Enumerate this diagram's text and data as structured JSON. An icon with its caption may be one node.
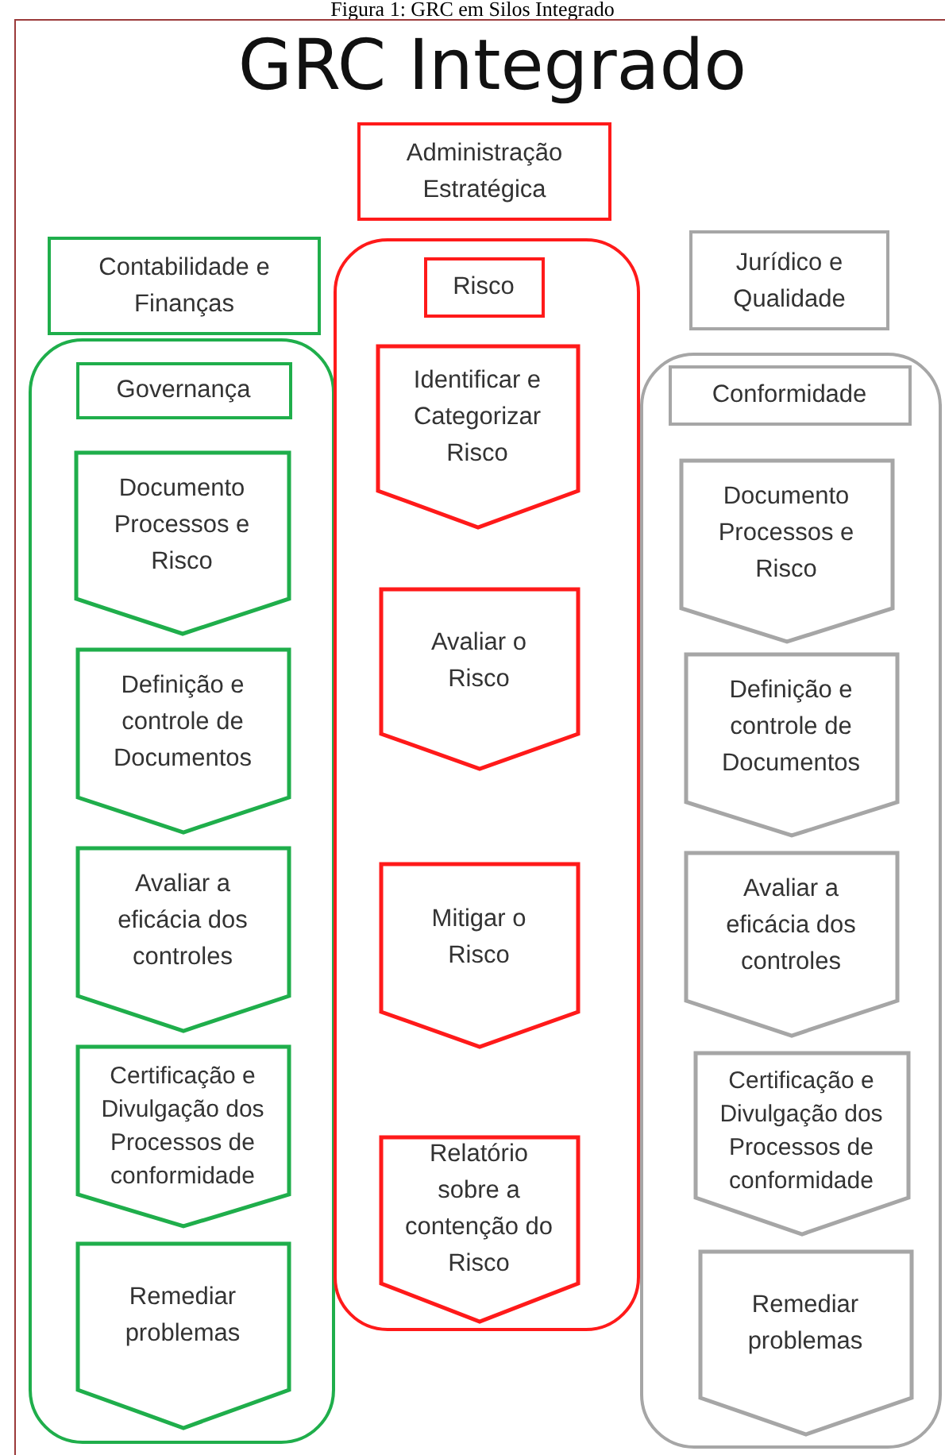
{
  "diagram": {
    "title": "GRC Integrado",
    "caption": "Figura 1: GRC em Silos Integrado",
    "nodes": [
      {
        "text": [
          "Administração Estratégica"
        ]
      },
      {
        "text": [
          "Contabilidade e Finanças"
        ]
      },
      {
        "text": [
          "Jurídico e Qualidade"
        ]
      },
      {
        "text": [],
        "shape": "box"
      },
      {
        "text": [
          "Governança"
        ],
        "in": 3
      },
      {
        "text": [
          "Documento Processos e Risco"
        ],
        "in": 3
      },
      {
        "text": [
          "Definição e controle de Documentos"
        ],
        "in": 3
      },
      {
        "text": [
          "Avaliar a eficácia dos controles"
        ],
        "in": 3
      },
      {
        "text": [
          "Certificação e Divulgação dos Processos de conformidade"
        ],
        "in": 3
      },
      {
        "text": [
          "Remediar problemas"
        ],
        "in": 3
      },
      {
        "text": [],
        "shape": "box"
      },
      {
        "text": [
          "Risco"
        ],
        "in": 10
      },
      {
        "text": [
          "Identificar e Categorizar Risco"
        ],
        "in": 10
      },
      {
        "text": [
          "Avaliar o Risco"
        ],
        "in": 10
      },
      {
        "text": [
          "Mitigar o Risco"
        ],
        "in": 10
      },
      {
        "text": [
          "Relatório sobre a contenção do Risco"
        ],
        "in": 10
      },
      {
        "text": [],
        "shape": "box"
      },
      {
        "text": [
          "Conformidade"
        ],
        "in": 16
      },
      {
        "text": [
          "Documento Processos e Risco"
        ],
        "in": 16
      },
      {
        "text": [
          "Definição e controle de Documentos"
        ],
        "in": 16
      },
      {
        "text": [
          "Avaliar a eficácia dos controles"
        ],
        "in": 16
      },
      {
        "text": [
          "Certificação e Divulgação dos Processos de conformidade"
        ],
        "in": 16
      },
      {
        "text": [
          "Remediar problemas"
        ],
        "in": 16
      }
    ]
  }
}
